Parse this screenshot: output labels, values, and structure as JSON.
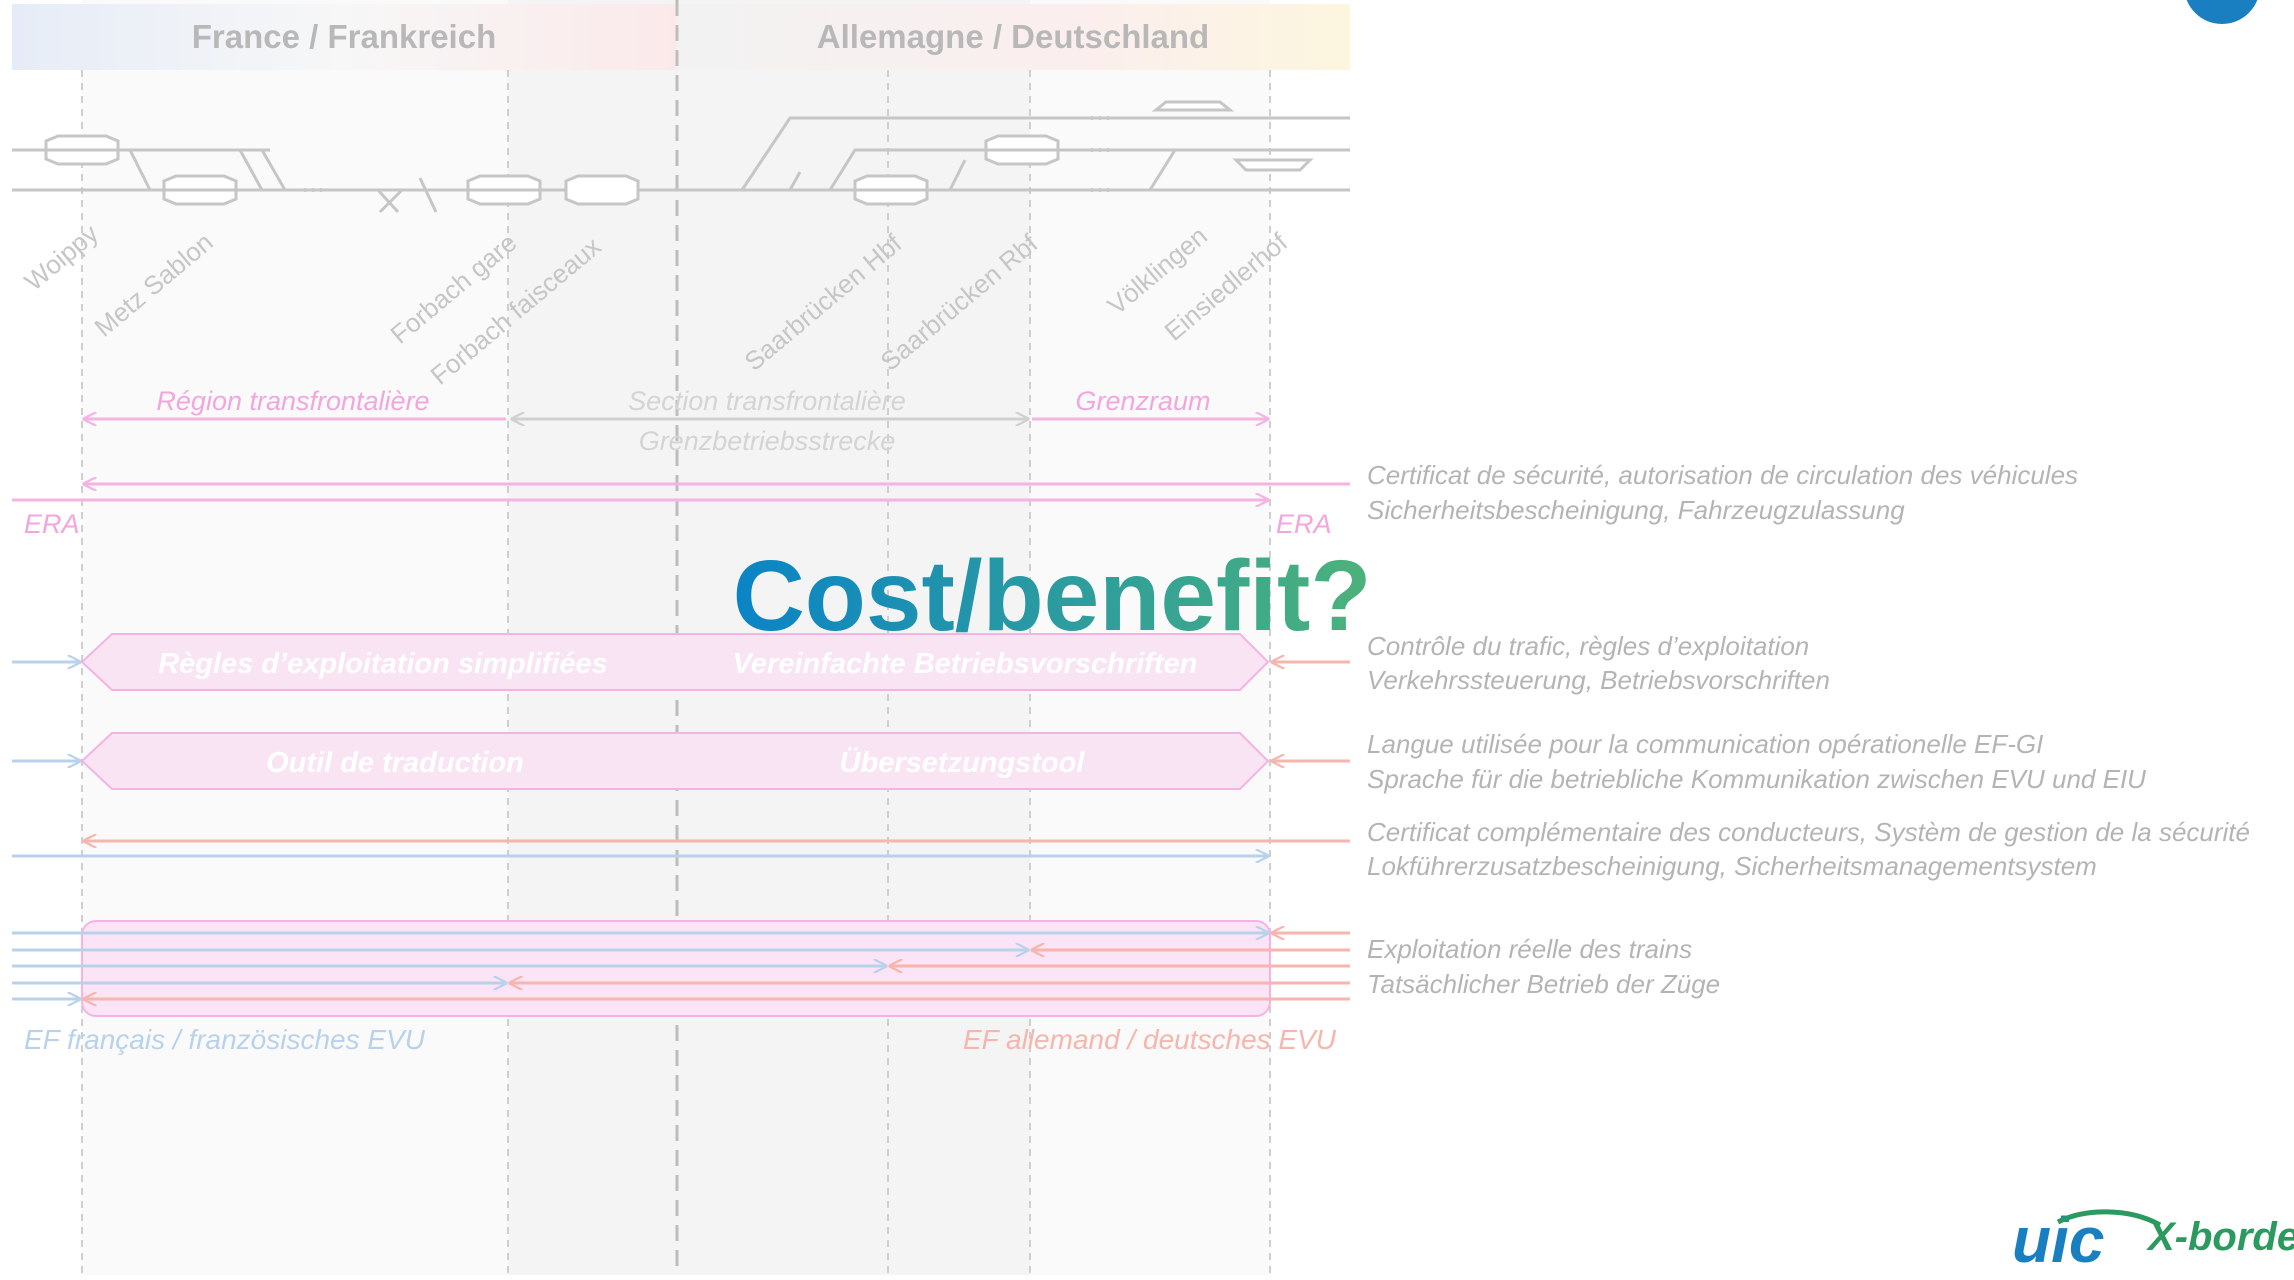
{
  "header": {
    "left_country": "France / Frankreich",
    "right_country": "Allemagne / Deutschland"
  },
  "stations": [
    "Woippy",
    "Metz Sablon",
    "Forbach gare",
    "Forbach faisceaux",
    "Saarbrücken Hbf",
    "Saarbrücken Rbf",
    "Völklingen",
    "Einsiedlerhof"
  ],
  "zones": {
    "region_fr": "Région transfrontalière",
    "section_fr": "Section transfrontalière",
    "section_de": "Grenzbetriebsstrecke",
    "region_de": "Grenzraum",
    "era_left": "ERA",
    "era_right": "ERA"
  },
  "bars": {
    "rules_fr": "Règles d’exploitation simplifiées",
    "rules_de": "Vereinfachte Betriebsvorschriften",
    "tool_fr": "Outil de traduction",
    "tool_de": "Übersetzungstool"
  },
  "operators": {
    "fr": "EF français / französisches EVU",
    "de": "EF allemand / deutsches EVU"
  },
  "descriptions": [
    {
      "fr": "Certificat de sécurité, autorisation de circulation des véhicules",
      "de": "Sicherheitsbescheinigung, Fahrzeugzulassung"
    },
    {
      "fr": "Contrôle du trafic, règles d’exploitation",
      "de": "Verkehrssteuerung, Betriebsvorschriften"
    },
    {
      "fr": "Langue utilisée pour la communication opérationelle EF-GI",
      "de": "Sprache für die betriebliche Kommunikation zwischen EVU und EIU"
    },
    {
      "fr": "Certificat complémentaire des conducteurs, Systèm de gestion de la sécurité",
      "de": "Lokführerzusatzbescheinigung, Sicherheitsmanagementsystem"
    },
    {
      "fr": "Exploitation réelle des trains",
      "de": "Tatsächlicher Betrieb der Züge"
    }
  ],
  "overlay_title": "Cost/benefit?",
  "logo": {
    "mark": "uic",
    "text": "X-borde"
  },
  "colors": {
    "pink": "#f5b3e3",
    "pink_text": "#f2a6dd",
    "blue": "#b9d2ec",
    "salmon": "#f6b5ad",
    "grey_line": "#c6c6c6",
    "title_start": "#0a84c6",
    "title_end": "#4cb27a",
    "logo_blue": "#1a7fc1",
    "logo_green": "#2a9a5e"
  }
}
